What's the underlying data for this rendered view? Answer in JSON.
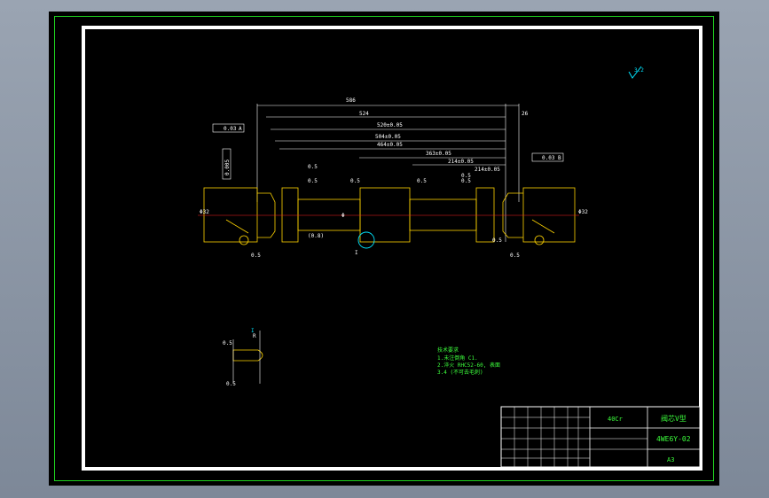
{
  "dims": {
    "overall_length": "586",
    "len_a": "524",
    "len_b": "520±0.05",
    "len_c": "504±0.05",
    "len_d": "464±0.05",
    "len_e": "363±0.05",
    "len_f": "214±0.05",
    "len_g": "214±0.05",
    "right_end": "26",
    "small_05_a": "0.5",
    "small_05_b": "0.5",
    "small_05_c": "0.5",
    "small_05_d": "0.5",
    "small_05_e": "0.5",
    "small_05_f": "0.5",
    "small_05_g": "0.5",
    "tol_left": "0.03",
    "tol_left_ref": "A",
    "tol_right": "0.03",
    "tol_right_ref": "B",
    "vertical_tol": "0.005",
    "dia_left": "Φ32",
    "dia_right": "Φ32",
    "dia_mid": "Φ",
    "chamfer_left": "(0.8)",
    "detail_mark": "I",
    "bottom_left_05": "0.5",
    "bottom_right_05": "0.5",
    "roughness_label": "3.2"
  },
  "detail": {
    "label": "I",
    "dim_a": "0.5",
    "dim_b": "0.5",
    "dim_c": "R"
  },
  "notes": {
    "heading": "技术要求",
    "line1": "1.未注倒角 C1.",
    "line2": "2.淬火 RHC52-60, 表面",
    "line3": "3.4 (不可去毛刺)"
  },
  "title_block": {
    "material": "40Cr",
    "part_name": "阀芯V型",
    "drawing_no": "4WE6Y-02",
    "sheet_size": "A3"
  }
}
